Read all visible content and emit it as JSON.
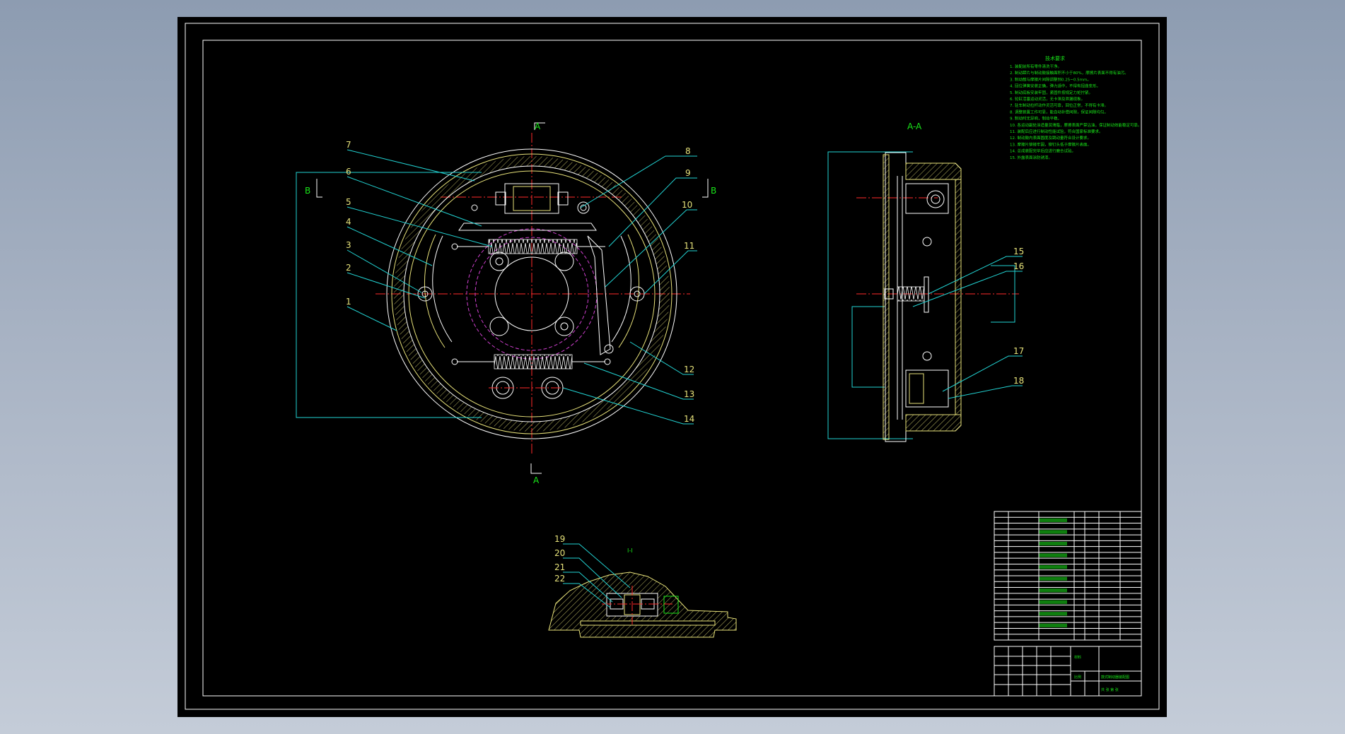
{
  "drawing": {
    "section_mark_top": "A",
    "section_mark_bottom": "A",
    "view_mark_left": "B",
    "view_mark_right": "B",
    "section_title": "A-A",
    "detail_title": "I-I"
  },
  "callouts_main": [
    "1",
    "2",
    "3",
    "4",
    "5",
    "6",
    "7",
    "8",
    "9",
    "10",
    "11",
    "12",
    "13",
    "14"
  ],
  "callouts_section": [
    "15",
    "16",
    "17",
    "18"
  ],
  "callouts_detail": [
    "19",
    "20",
    "21",
    "22"
  ],
  "tech_notes": {
    "title": "技术要求",
    "lines": [
      "1. 装配前所有零件清洗干净。",
      "2. 制动蹄片与制动鼓接触面积不小于80%，摩擦片表面不得有油污。",
      "3. 制动鼓与摩擦片间隙调整到0.25~0.5mm。",
      "4. 回位弹簧安装正确，弹力适中，不得有扭曲变形。",
      "5. 制动底板安装牢固，紧固件按规定力矩拧紧。",
      "6. 轮缸活塞运动灵活，无卡滞及泄漏现象。",
      "7. 驻车制动拉杆动作灵活可靠，回位正常，不得有卡滞。",
      "8. 调整装置工作可靠，能自动补偿间隙，保证间隙均匀。",
      "9. 制动时无异响，制动平稳。",
      "10. 各运动副处涂适量润滑脂，摩擦表面严禁沾油，保证制动效能稳定可靠。",
      "11. 装配后应进行制动性能试验，符合国家标准要求。",
      "12. 制动鼓内表面圆度及跳动量符合设计要求。",
      "13. 摩擦片铆接牢固，铆钉头低于摩擦片表面。",
      "14. 总成装配完毕后应进行磨合试验。",
      "15. 外露表面涂防锈漆。"
    ]
  },
  "title_block": {
    "part_rows": 22,
    "material_label": "材料",
    "title_text": "鼓式制动器装配图",
    "scale_label": "比例",
    "sheet_label": "共 张 第 张"
  },
  "colors": {
    "background": "#000000",
    "frame": "#ffffff",
    "outline": "#e8e27a",
    "dimension": "#22d3d3",
    "centerline": "#ff2a2a",
    "hidden": "#d040d0",
    "notes": "#19e619"
  }
}
